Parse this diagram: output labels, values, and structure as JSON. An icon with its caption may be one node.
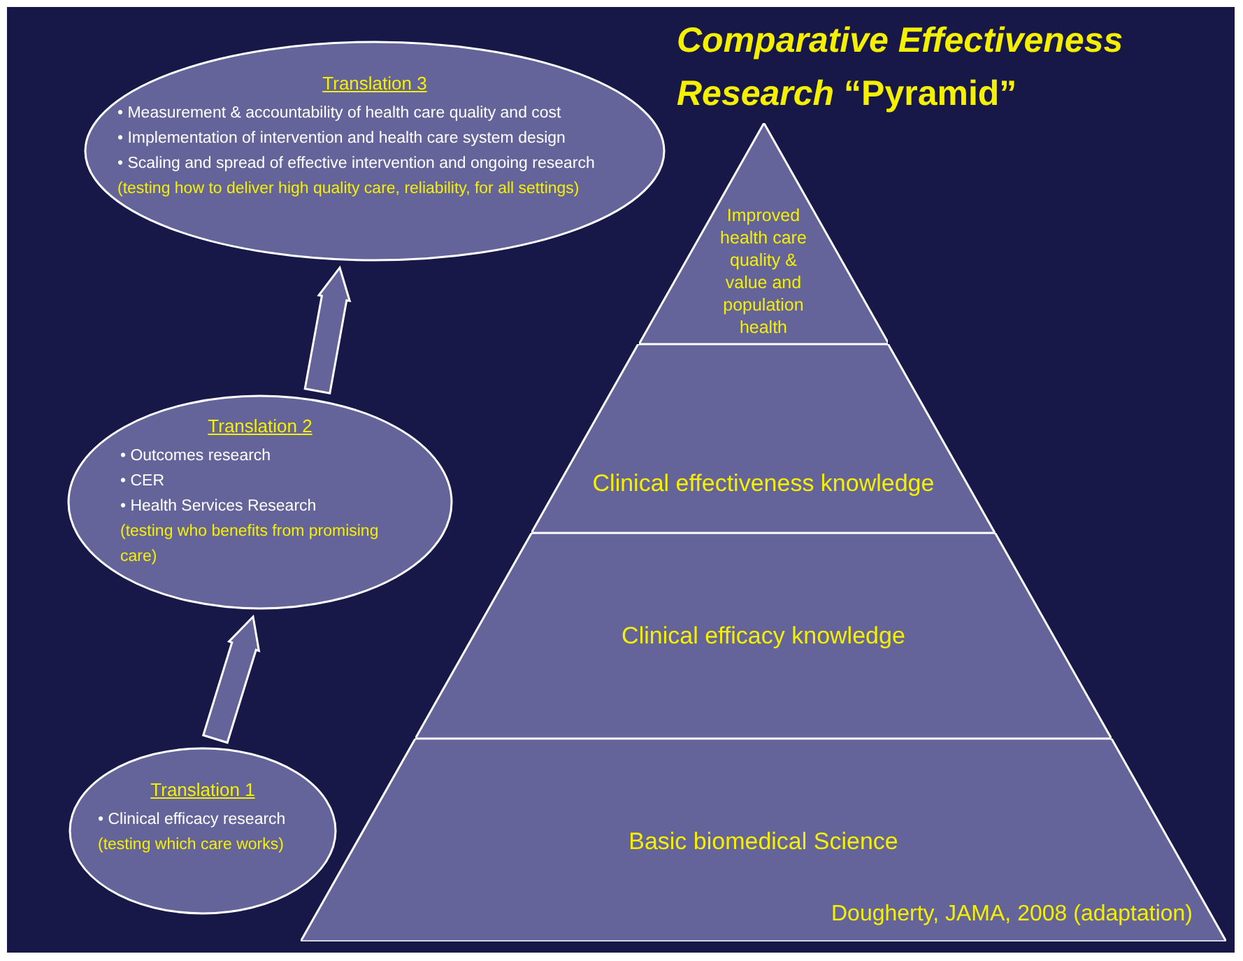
{
  "diagram": {
    "title": "*Comparative Effectiveness Research* “Pyramid”",
    "nodes": [
      {
        "text": [
          "Translation 3",
          "• Measurement & accountability of health care quality and cost",
          "• Implementation of intervention and health care system design",
          "• Scaling and spread of effective intervention and ongoing research",
          "(testing how to deliver high quality care, reliability, for all settings)"
        ]
      },
      {
        "text": [
          "Translation 2",
          "• Outcomes research",
          "• CER",
          "• Health Services Research",
          "(testing who benefits from promising care)"
        ]
      },
      {
        "text": [
          "Translation 1",
          "• Clinical efficacy research",
          "(testing which care works)"
        ]
      },
      {
        "text": [
          "Improved health care quality & value and population health"
        ]
      },
      {
        "text": [
          "Clinical effectiveness knowledge"
        ]
      },
      {
        "text": [
          "Clinical efficacy knowledge"
        ]
      },
      {
        "text": [
          "Basic biomedical Science"
        ]
      }
    ],
    "edges": [
      {
        "from": 2,
        "to": 1,
        "arrow": "to",
        "style": "thick"
      },
      {
        "from": 1,
        "to": 0,
        "arrow": "to",
        "style": "thick"
      }
    ],
    "labels": [
      "Dougherty, JAMA, 2008 (adaptation)"
    ]
  }
}
